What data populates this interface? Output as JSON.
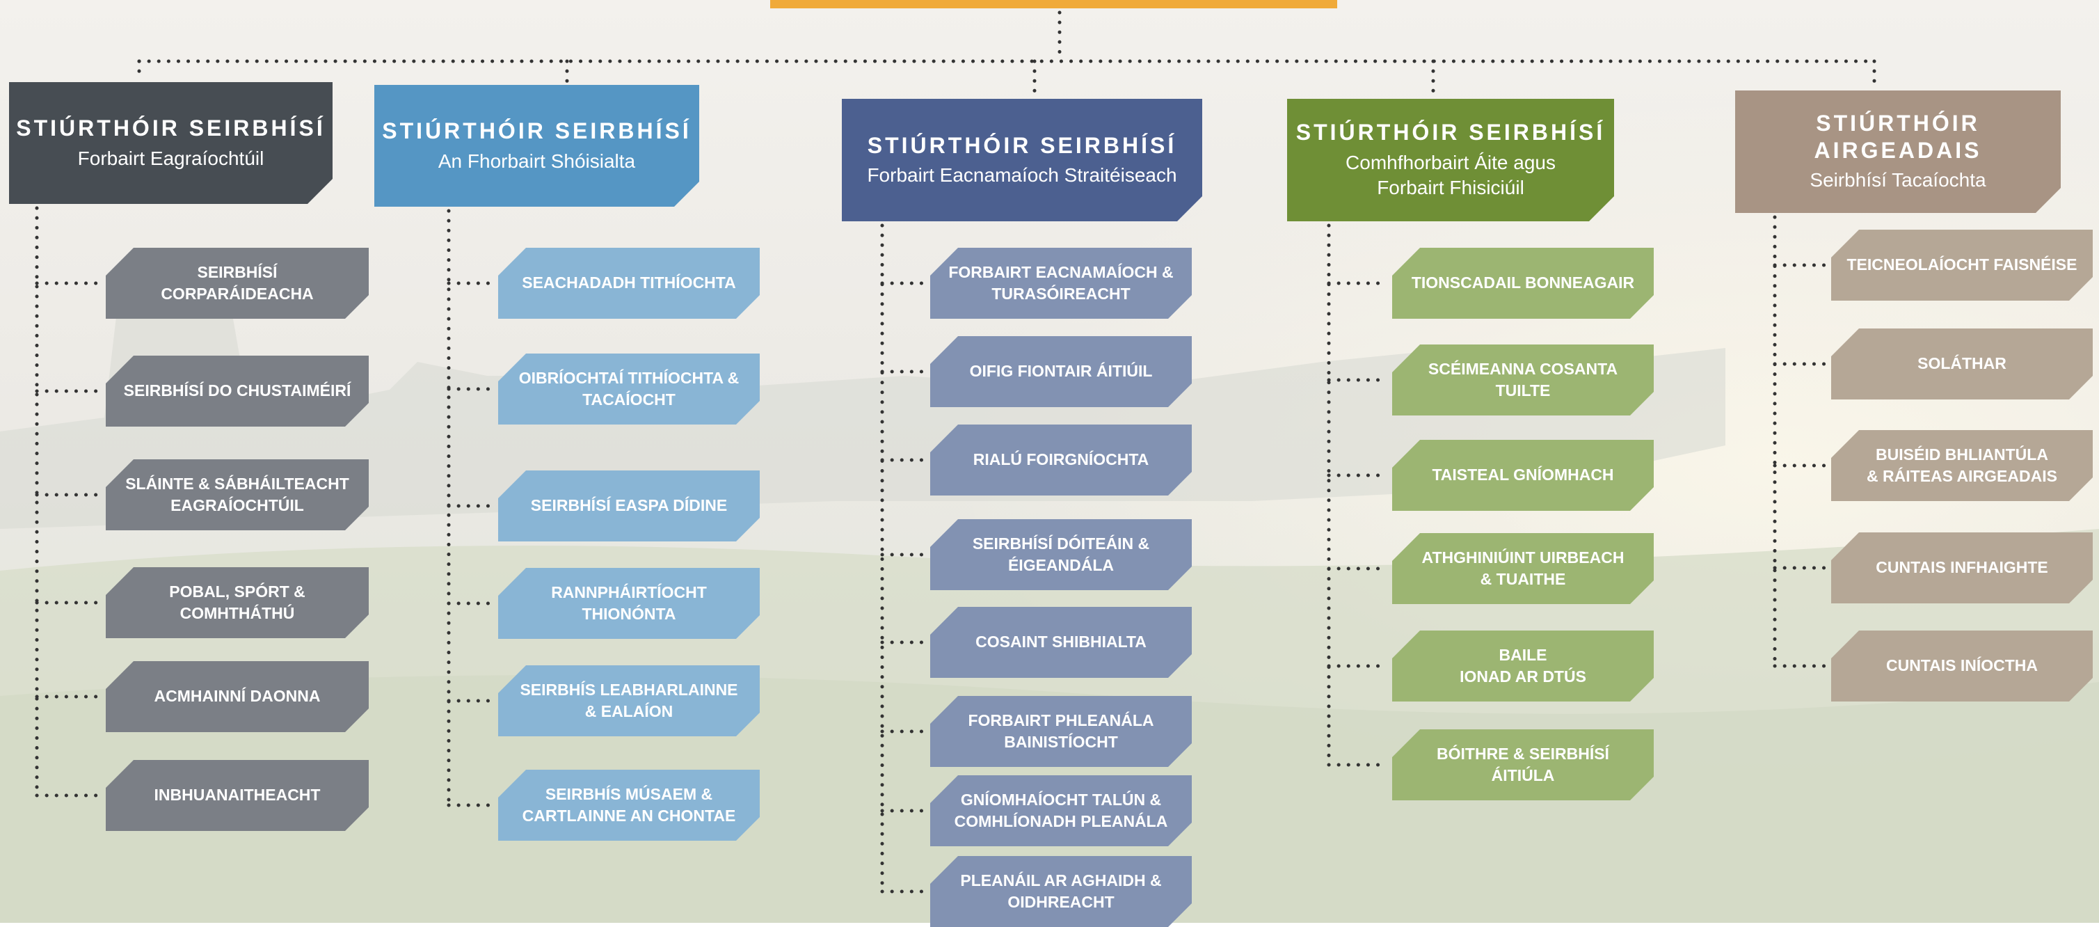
{
  "colors": {
    "top_bar": "#f0aa3a",
    "col1_header": "#474d53",
    "col1_box": "#7b7f86",
    "col2_header": "#5596c4",
    "col2_box": "#89b5d5",
    "col3_header": "#4c6090",
    "col3_box": "#8292b2",
    "col4_header": "#6f8f36",
    "col4_box": "#9cb572",
    "col5_header": "#a89484",
    "col5_box": "#b5a796",
    "connector": "#333333"
  },
  "directors": [
    {
      "title": "STIÚRTHÓIR SEIRBHÍSÍ",
      "subtitle": "Forbairt Eagraíochtúil"
    },
    {
      "title": "STIÚRTHÓIR SEIRBHÍSÍ",
      "subtitle": "An Fhorbairt Shóisialta"
    },
    {
      "title": "STIÚRTHÓIR SEIRBHÍSÍ",
      "subtitle": "Forbairt Eacnamaíoch Straitéiseach"
    },
    {
      "title": "STIÚRTHÓIR SEIRBHÍSÍ",
      "subtitle": "Comhfhorbairt Áite agus\nForbairt Fhisiciúil"
    },
    {
      "title": "STIÚRTHÓIR AIRGEADAIS",
      "subtitle": "Seirbhísí Tacaíochta"
    }
  ],
  "columns": [
    {
      "units": [
        "SEIRBHÍSÍ CORPARÁIDEACHA",
        "SEIRBHÍSÍ DO CHUSTAIMÉIRÍ",
        "SLÁINTE & SÁBHÁILTEACHT\nEAGRAÍOCHTÚIL",
        "POBAL, SPÓRT & COMHTHÁTHÚ",
        "ACMHAINNÍ DAONNA",
        "INBHUANAITHEACHT"
      ]
    },
    {
      "units": [
        "SEACHADADH TITHÍOCHTA",
        "OIBRÍOCHTAÍ TITHÍOCHTA &\nTACAÍOCHT",
        "SEIRBHÍSÍ EASPA DÍDINE",
        "RANNPHÁIRTÍOCHT THIONÓNTA",
        "SEIRBHÍS LEABHARLAINNE\n& EALAÍON",
        "SEIRBHÍS MÚSAEM &\nCARTLAINNE AN CHONTAE"
      ]
    },
    {
      "units": [
        "FORBAIRT EACNAMAÍOCH &\nTURASÓIREACHT",
        "OIFIG FIONTAIR ÁITIÚIL",
        "RIALÚ FOIRGNÍOCHTA",
        "SEIRBHÍSÍ DÓITEÁIN &\nÉIGEANDÁLA",
        "COSAINT SHIBHIALTA",
        "FORBAIRT PHLEANÁLA\nBAINISTÍOCHT",
        "GNÍOMHAÍOCHT TALÚN &\nCOMHLÍONADH PLEANÁLA",
        "PLEANÁIL AR AGHAIDH &\nOIDHREACHT"
      ]
    },
    {
      "units": [
        "TIONSCADAIL BONNEAGAIR",
        "SCÉIMEANNA COSANTA TUILTE",
        "TAISTEAL GNÍOMHACH",
        "ATHGHINIÚINT UIRBEACH\n& TUAITHE",
        "BAILE\nIONAD AR DTÚS",
        "BÓITHRE & SEIRBHÍSÍ ÁITIÚLA"
      ]
    },
    {
      "units": [
        "TEICNEOLAÍOCHT FAISNÉISE",
        "SOLÁTHAR",
        "BUISÉID BHLIANTÚLA\n& RÁITEAS AIRGEADAIS",
        "CUNTAIS INFHAIGHTE",
        "CUNTAIS INÍOCTHA"
      ]
    }
  ]
}
